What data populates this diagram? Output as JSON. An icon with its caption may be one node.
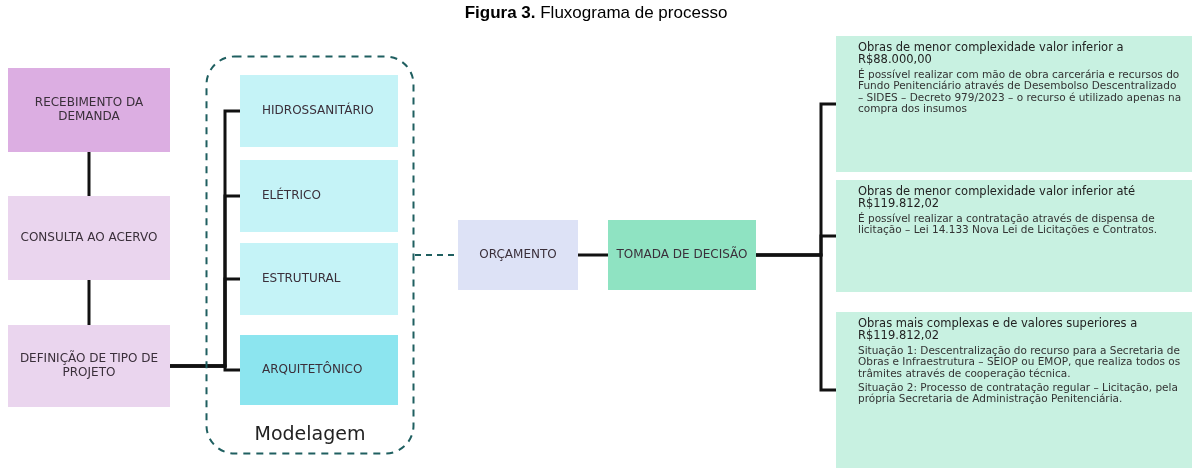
{
  "diagram": {
    "title": "**Figura 3.** Fluxograma de processo",
    "nodes": [
      {
        "text": [
          "RECEBIMENTO DA DEMANDA"
        ]
      },
      {
        "text": [
          "CONSULTA AO ACERVO"
        ]
      },
      {
        "text": [
          "DEFINIÇÃO DE TIPO DE PROJETO"
        ]
      },
      {
        "text": [
          "Modelagem"
        ]
      },
      {
        "text": [
          "HIDROSSANITÁRIO"
        ],
        "in": 3
      },
      {
        "text": [
          "ELÉTRICO"
        ],
        "in": 3
      },
      {
        "text": [
          "ESTRUTURAL"
        ],
        "in": 3
      },
      {
        "text": [
          "ARQUITETÔNICO"
        ],
        "in": 3
      },
      {
        "text": [
          "ORÇAMENTO"
        ]
      },
      {
        "text": [
          "TOMADA DE DECISÃO"
        ]
      },
      {
        "text": [
          "Obras de menor complexidade valor inferior a R$88.000,00",
          "É possível realizar com mão de obra carcerária e recursos do Fundo Penitenciário através de Desembolso Descentralizado – SIDES – Decreto 979/2023 – o recurso é utilizado apenas na compra dos insumos"
        ]
      },
      {
        "text": [
          "Obras de menor complexidade valor inferior até R$119.812,02",
          "É possível realizar a contratação através de dispensa de licitação – Lei 14.133 Nova Lei de Licitações e Contratos."
        ]
      },
      {
        "text": [
          "Obras mais complexas e de valores superiores a R$119.812,02",
          "Situação 1: Descentralização do recurso para a Secretaria de Obras e Infraestrutura – SEIOP ou EMOP, que realiza todos os trâmites através de cooperação técnica.",
          "Situação 2: Processo de contratação regular – Licitação, pela própria Secretaria de Administração Penitenciária."
        ]
      }
    ],
    "edges": [
      {
        "from": 0,
        "to": 1,
        "arrow": "none"
      },
      {
        "from": 1,
        "to": 2,
        "arrow": "none"
      },
      {
        "from": 2,
        "to": 4,
        "arrow": "none"
      },
      {
        "from": 2,
        "to": 5,
        "arrow": "none"
      },
      {
        "from": 2,
        "to": 6,
        "arrow": "none"
      },
      {
        "from": 2,
        "to": 7,
        "arrow": "none"
      },
      {
        "from": 3,
        "to": 8,
        "arrow": "none",
        "style": "dashed",
        "color": "#1f5f60"
      },
      {
        "from": 8,
        "to": 9,
        "arrow": "none"
      },
      {
        "from": 9,
        "to": 10,
        "arrow": "none"
      },
      {
        "from": 9,
        "to": 11,
        "arrow": "none"
      },
      {
        "from": 9,
        "to": 12,
        "arrow": "none"
      }
    ]
  }
}
